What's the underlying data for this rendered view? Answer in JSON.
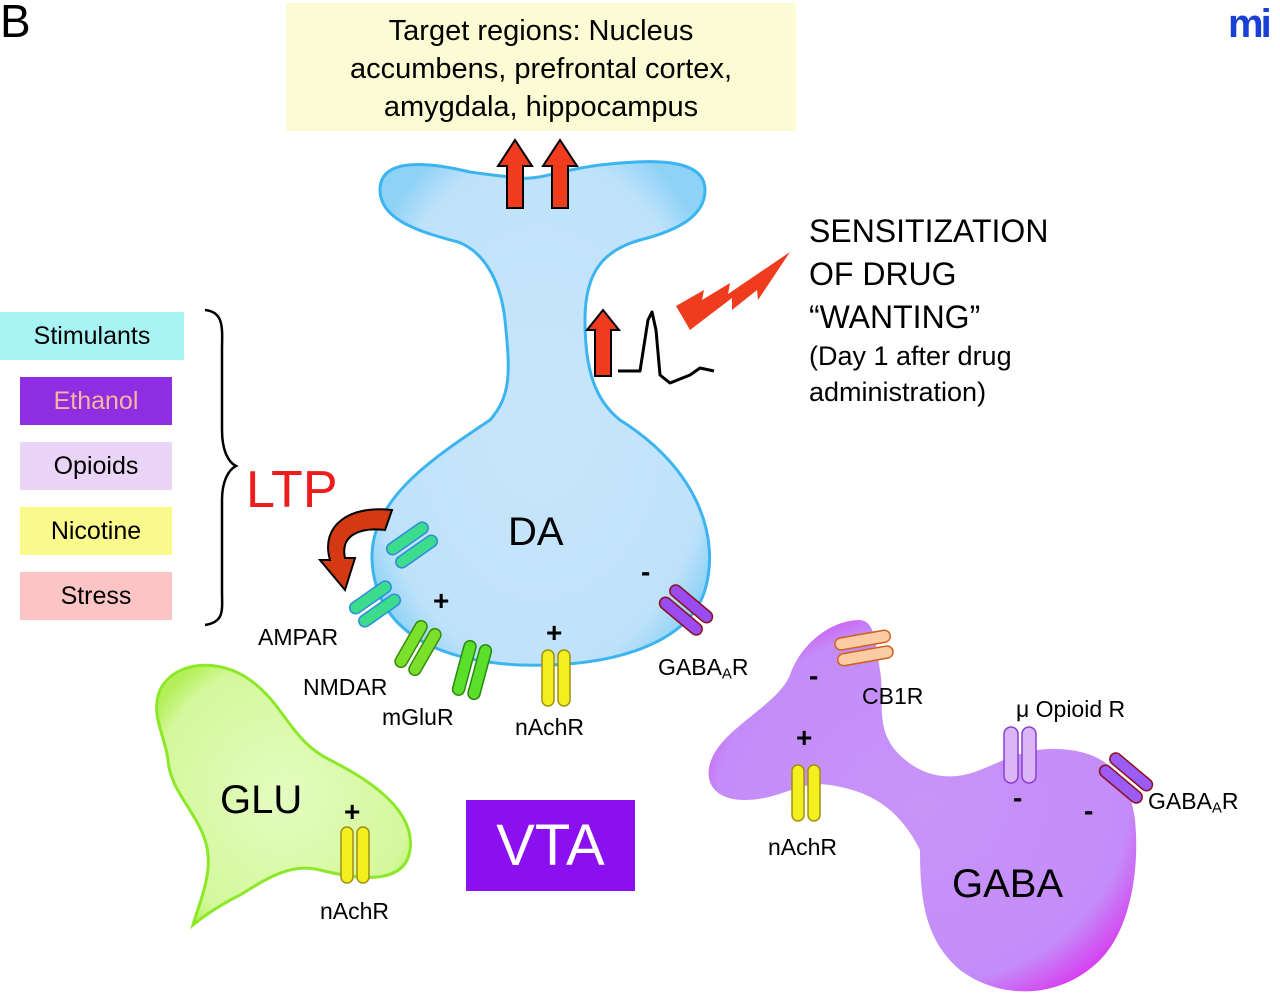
{
  "panel_letter": "B",
  "publisher_logo": "mi",
  "target_box": {
    "line1": "Target regions: Nucleus",
    "line2": "accumbens, prefrontal cortex,",
    "line3": "amygdala, hippocampus"
  },
  "sensitization": {
    "line1": "SENSITIZATION",
    "line2": "OF DRUG",
    "line3": "“WANTING”",
    "line4": "(Day 1 after drug",
    "line5": "administration)"
  },
  "drugs": [
    {
      "label": "Stimulants",
      "color": "#a8f4f4",
      "text_color": "#000000"
    },
    {
      "label": "Ethanol",
      "color": "#8e2ee0",
      "text_color": "#f8b4a0"
    },
    {
      "label": "Opioids",
      "color": "#ead4f8",
      "text_color": "#000000"
    },
    {
      "label": "Nicotine",
      "color": "#fafa8c",
      "text_color": "#000000"
    },
    {
      "label": "Stress",
      "color": "#fcc4c4",
      "text_color": "#000000"
    }
  ],
  "ltp_label": "LTP",
  "cells": {
    "da": "DA",
    "glu": "GLU",
    "gaba": "GABA",
    "region": "VTA"
  },
  "receptors": {
    "ampar": "AMPAR",
    "nmdar": "NMDAR",
    "mglur": "mGluR",
    "nachr_da": "nAchR",
    "gabaar_da": "GABA",
    "gabaar_da_sub": "A",
    "gabaar_da_suffix": "R",
    "cb1r": "CB1R",
    "mu_opioid": "μ Opioid R",
    "nachr_gaba": "nAchR",
    "gabaar_gaba": "GABA",
    "gabaar_gaba_sub": "A",
    "gabaar_gaba_suffix": "R",
    "nachr_glu": "nAchR"
  },
  "signs": {
    "plus": "+",
    "minus": "-"
  },
  "colors": {
    "da_fill": "#c4e4fa",
    "da_stroke": "#3cb4f0",
    "glu_fill": "#d8fca0",
    "glu_stroke": "#8ce828",
    "gaba_fill": "#c88cf8",
    "gaba_edge": "#d43cf0",
    "arrow_red": "#f03c1e",
    "ltp_red": "#ee1c1c"
  }
}
